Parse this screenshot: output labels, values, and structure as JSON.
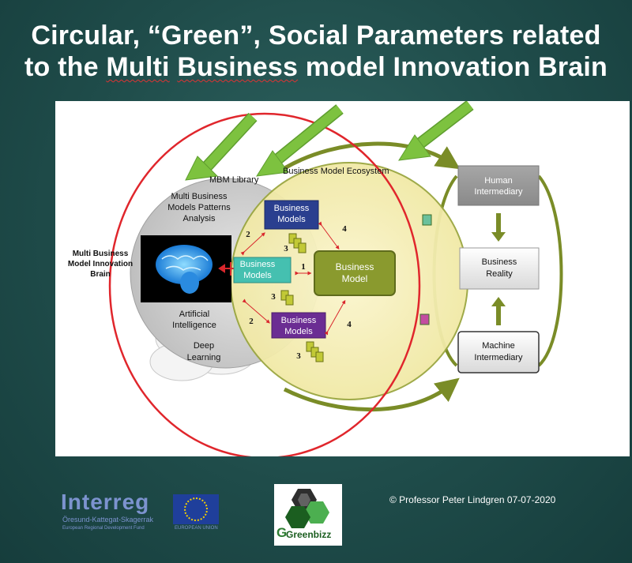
{
  "title": {
    "line1": "Circular, “Green”, Social Parameters related",
    "line2_pre": "to the ",
    "line2_multi": "Multi",
    "line2_mid": " ",
    "line2_business": "Business",
    "line2_post": " model Innovation Brain"
  },
  "diagram": {
    "mbm_library": "MBM Library",
    "ecosystem": "Business Model Ecosystem",
    "patterns": [
      "Multi Business",
      "Models  Patterns",
      "Analysis"
    ],
    "brain_label": [
      "Multi Business",
      "Model Innovation",
      "Brain"
    ],
    "ai": [
      "Artificial",
      "Intelligence"
    ],
    "deep": [
      "Deep",
      "Learning"
    ],
    "bm_top": [
      "Business",
      "Models"
    ],
    "bm_mid": [
      "Business",
      "Models"
    ],
    "bm_bottom": [
      "Business",
      "Models"
    ],
    "bm_center": [
      "Business",
      "Model"
    ],
    "human": [
      "Human",
      "Intermediary"
    ],
    "reality": [
      "Business",
      "Reality"
    ],
    "machine": [
      "Machine",
      "Intermediary"
    ],
    "num1": "1",
    "num2a": "2",
    "num2b": "2",
    "num3a": "3",
    "num3b": "3",
    "num3c": "3",
    "num4a": "4",
    "num4b": "4"
  },
  "footer": {
    "interreg_logo": "Interreg",
    "interreg_sub1": "Öresund-Kattegat-Skagerrak",
    "interreg_sub2": "European Regional Development Fund",
    "eu_label": "EUROPEAN UNION",
    "greenbizz": "Greenbizz",
    "greenbizz_g": "G",
    "copyright": "© Professor Peter Lindgren 07-07-2020"
  },
  "colors": {
    "background": "#1f4c4a",
    "olive": "#7a8c27",
    "red_ring": "#e0262c",
    "arrow_green": "#7dc23f",
    "navy_box": "#2a3f8f",
    "teal_box": "#45c0b0",
    "purple_box": "#6b2d93"
  }
}
